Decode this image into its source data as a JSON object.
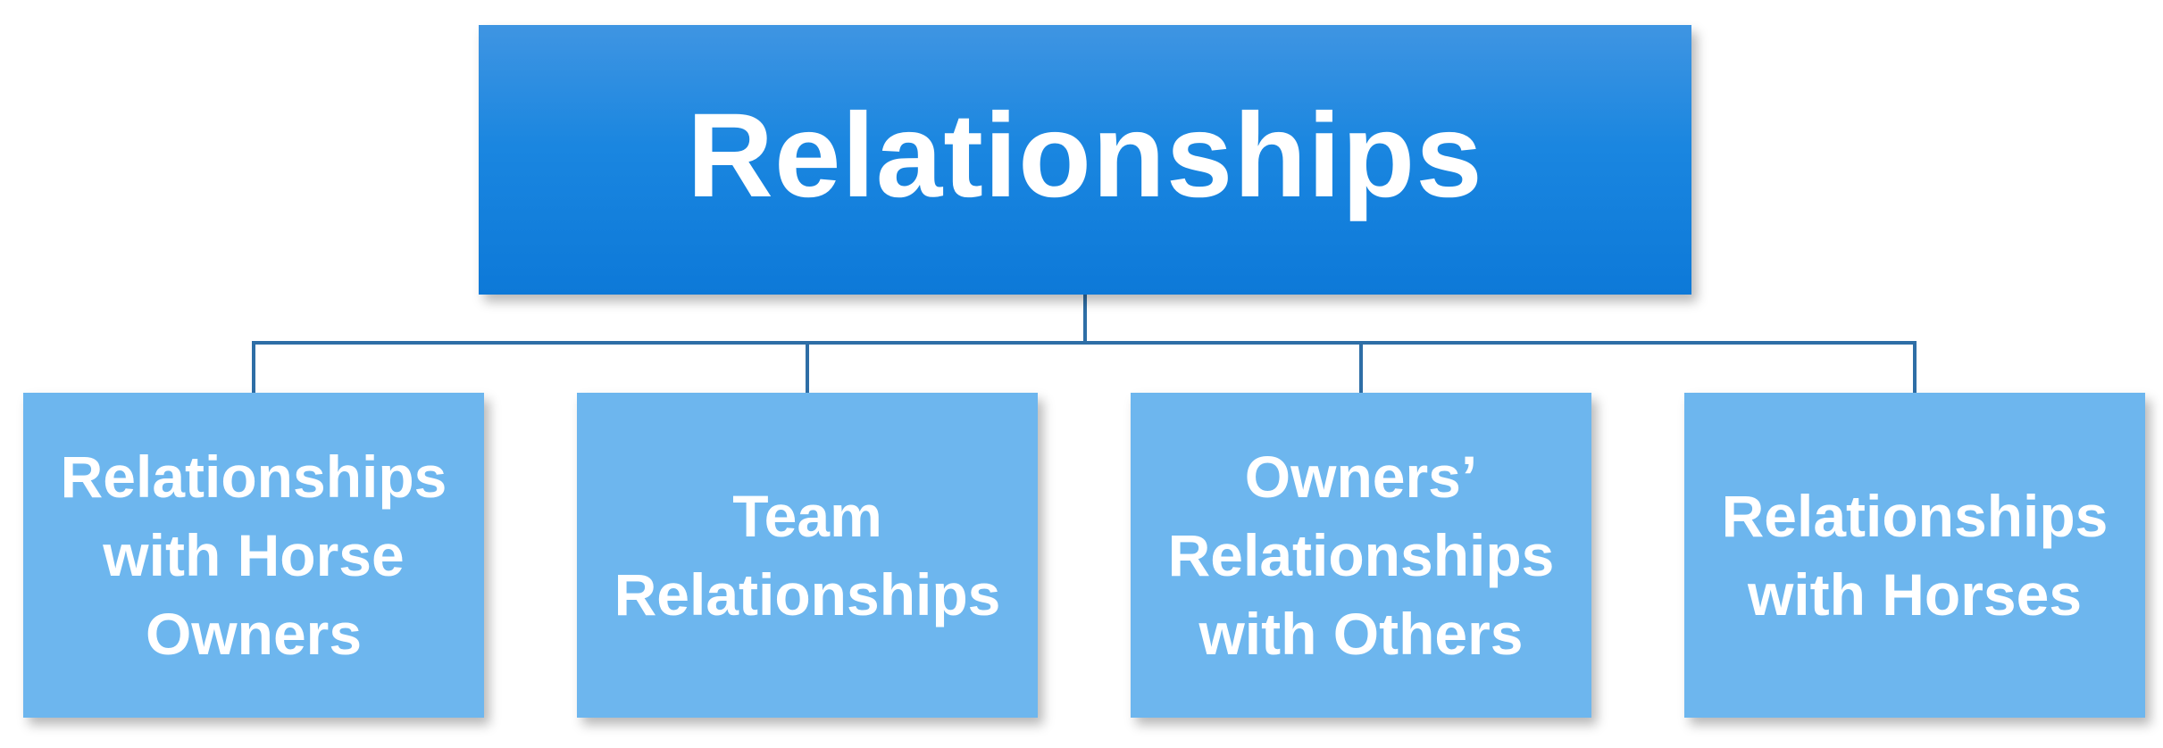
{
  "diagram": {
    "root": {
      "label": "Relationships"
    },
    "children": [
      {
        "label": "Relationships\nwith Horse\nOwners"
      },
      {
        "label": "Team\nRelationships"
      },
      {
        "label": "Owners’\nRelationships\nwith Others"
      },
      {
        "label": "Relationships\nwith Horses"
      }
    ],
    "colors": {
      "root_fill_top": "#3f95e2",
      "root_fill_bottom": "#0d79d8",
      "child_fill": "#6db6ee",
      "connector": "#2e6ea6",
      "text": "#ffffff"
    }
  }
}
